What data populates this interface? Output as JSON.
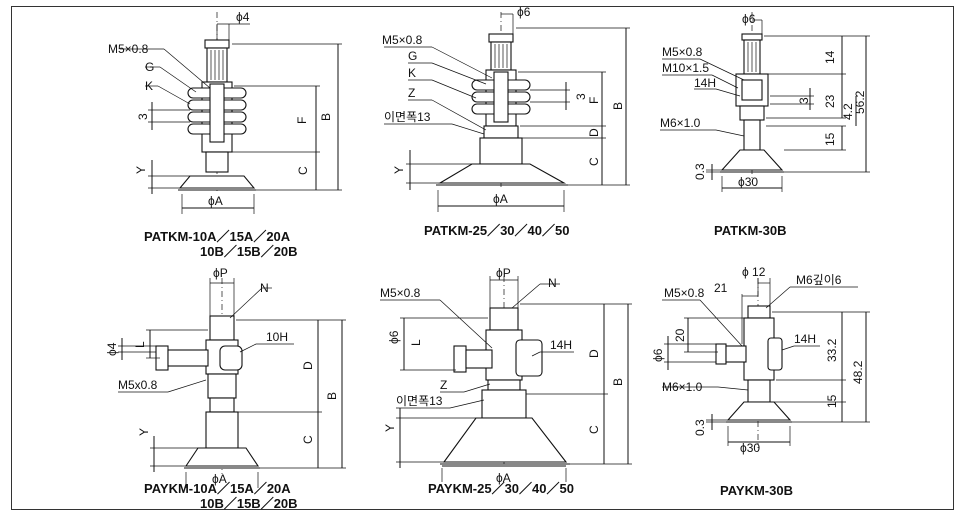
{
  "drawings": {
    "patkm_10": {
      "caption_line1": "PATKM-10A／15A／20A",
      "caption_line2": "10B／15B／20B",
      "labels": {
        "phi_top": "ϕ4",
        "m5": "M5×0.8",
        "g": "G",
        "k": "K",
        "three": "3",
        "f": "F",
        "b": "B",
        "c": "C",
        "y": "Y",
        "phi_a": "ϕA"
      }
    },
    "patkm_25": {
      "caption": "PATKM-25／30／40／50",
      "labels": {
        "phi_top": "ϕ6",
        "m5": "M5×0.8",
        "g": "G",
        "k": "K",
        "z": "Z",
        "width": "이면폭13",
        "three": "3",
        "f": "F",
        "b": "B",
        "d": "D",
        "c": "C",
        "y": "Y",
        "phi_a": "ϕA"
      }
    },
    "patkm_30b": {
      "caption": "PATKM-30B",
      "labels": {
        "phi_top": "ϕ6",
        "m5": "M5×0.8",
        "m10": "M10×1.5",
        "h14": "14H",
        "m6": "M6×1.0",
        "d14": "14",
        "d3": "3",
        "d23": "23",
        "d42": "4.2",
        "d562": "56.2",
        "d15": "15",
        "d03": "0.3",
        "phi30": "ϕ30"
      }
    },
    "paykm_10": {
      "caption_line1": "PAYKM-10A／15A／20A",
      "caption_line2": "10B／15B／20B",
      "labels": {
        "phi_p": "ϕP",
        "n": "N",
        "phi4": "ϕ4",
        "l": "L",
        "h10": "10H",
        "m5": "M5x0.8",
        "d": "D",
        "b": "B",
        "c": "C",
        "y": "Y",
        "phi_a": "ϕA"
      }
    },
    "paykm_25": {
      "caption": "PAYKM-25／30／40／50",
      "labels": {
        "phi_p": "ϕP",
        "n": "N",
        "m5": "M5×0.8",
        "phi6": "ϕ6",
        "l": "L",
        "h14": "14H",
        "d": "D",
        "z": "Z",
        "width": "이면폭13",
        "b": "B",
        "c": "C",
        "y": "Y",
        "phi_a": "ϕA"
      }
    },
    "paykm_30b": {
      "caption": "PAYKM-30B",
      "labels": {
        "phi12": "ϕ 12",
        "d21": "21",
        "m6depth": "M6깊이6",
        "m5": "M5×0.8",
        "d20": "20",
        "phi6": "ϕ6",
        "h14": "14H",
        "d332": "33.2",
        "d482": "48.2",
        "m6": "M6×1.0",
        "d15": "15",
        "d03": "0.3",
        "phi30": "ϕ30"
      }
    }
  }
}
